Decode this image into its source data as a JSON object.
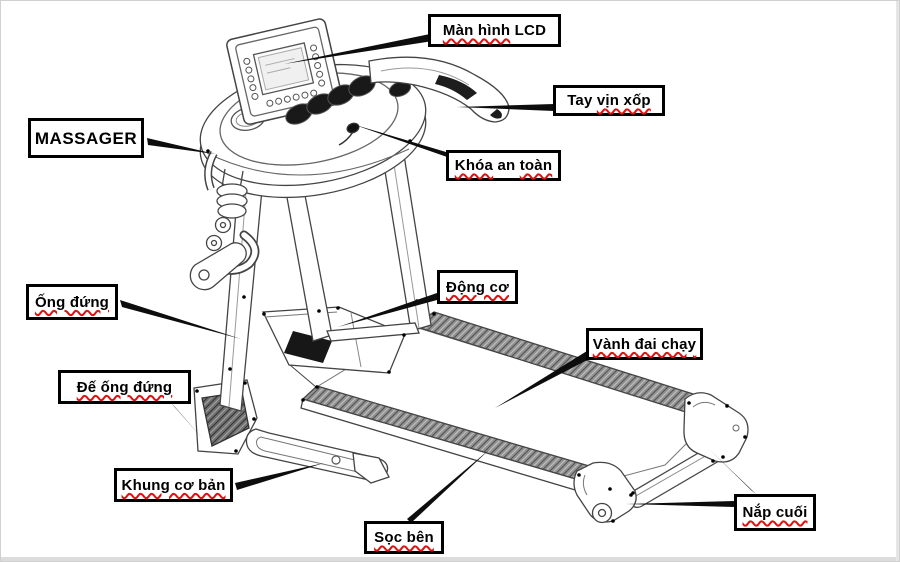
{
  "figure": {
    "type": "labeled-parts-diagram",
    "subject": "treadmill line drawing",
    "language": "Vietnamese"
  },
  "colors": {
    "background": "#ffffff",
    "label_border": "#000000",
    "label_text": "#000000",
    "spellcheck_squiggle": "#e01010",
    "line_art": "#444444",
    "dark_fill": "#1a1a1a",
    "rail_texture": "#8f8f8f"
  },
  "labels": [
    {
      "id": "lcd",
      "target": "lcd-screen",
      "segments": [
        {
          "text": "Màn hình",
          "wavy": true
        },
        {
          "text": " LCD",
          "wavy": false
        }
      ]
    },
    {
      "id": "handrail",
      "target": "foam-handrail",
      "segments": [
        {
          "text": "Tay ",
          "wavy": false
        },
        {
          "text": "vịn xốp",
          "wavy": true
        }
      ]
    },
    {
      "id": "massager",
      "target": "massager-unit",
      "segments": [
        {
          "text": "MASSAGER",
          "wavy": false
        }
      ]
    },
    {
      "id": "safety-key",
      "target": "safety-key",
      "segments": [
        {
          "text": "Khóa",
          "wavy": true
        },
        {
          "text": " an ",
          "wavy": false
        },
        {
          "text": "toàn",
          "wavy": true
        }
      ]
    },
    {
      "id": "upright",
      "target": "upright-post",
      "segments": [
        {
          "text": "Ống đứng",
          "wavy": true
        }
      ]
    },
    {
      "id": "motor",
      "target": "motor-cover",
      "segments": [
        {
          "text": "Động cơ",
          "wavy": true
        }
      ]
    },
    {
      "id": "belt",
      "target": "running-belt",
      "segments": [
        {
          "text": "Vành đai chạy",
          "wavy": true
        }
      ]
    },
    {
      "id": "upright-base",
      "target": "upright-base-pad",
      "segments": [
        {
          "text": "Đế ống đứng",
          "wavy": true
        }
      ]
    },
    {
      "id": "base-frame",
      "target": "base-frame",
      "segments": [
        {
          "text": "Khung cơ bản",
          "wavy": true
        }
      ]
    },
    {
      "id": "side-rail",
      "target": "side-rail",
      "segments": [
        {
          "text": "Sọc bên",
          "wavy": true
        }
      ]
    },
    {
      "id": "end-cap",
      "target": "rear-end-cap",
      "segments": [
        {
          "text": "Nắp cuối",
          "wavy": true
        }
      ]
    }
  ]
}
